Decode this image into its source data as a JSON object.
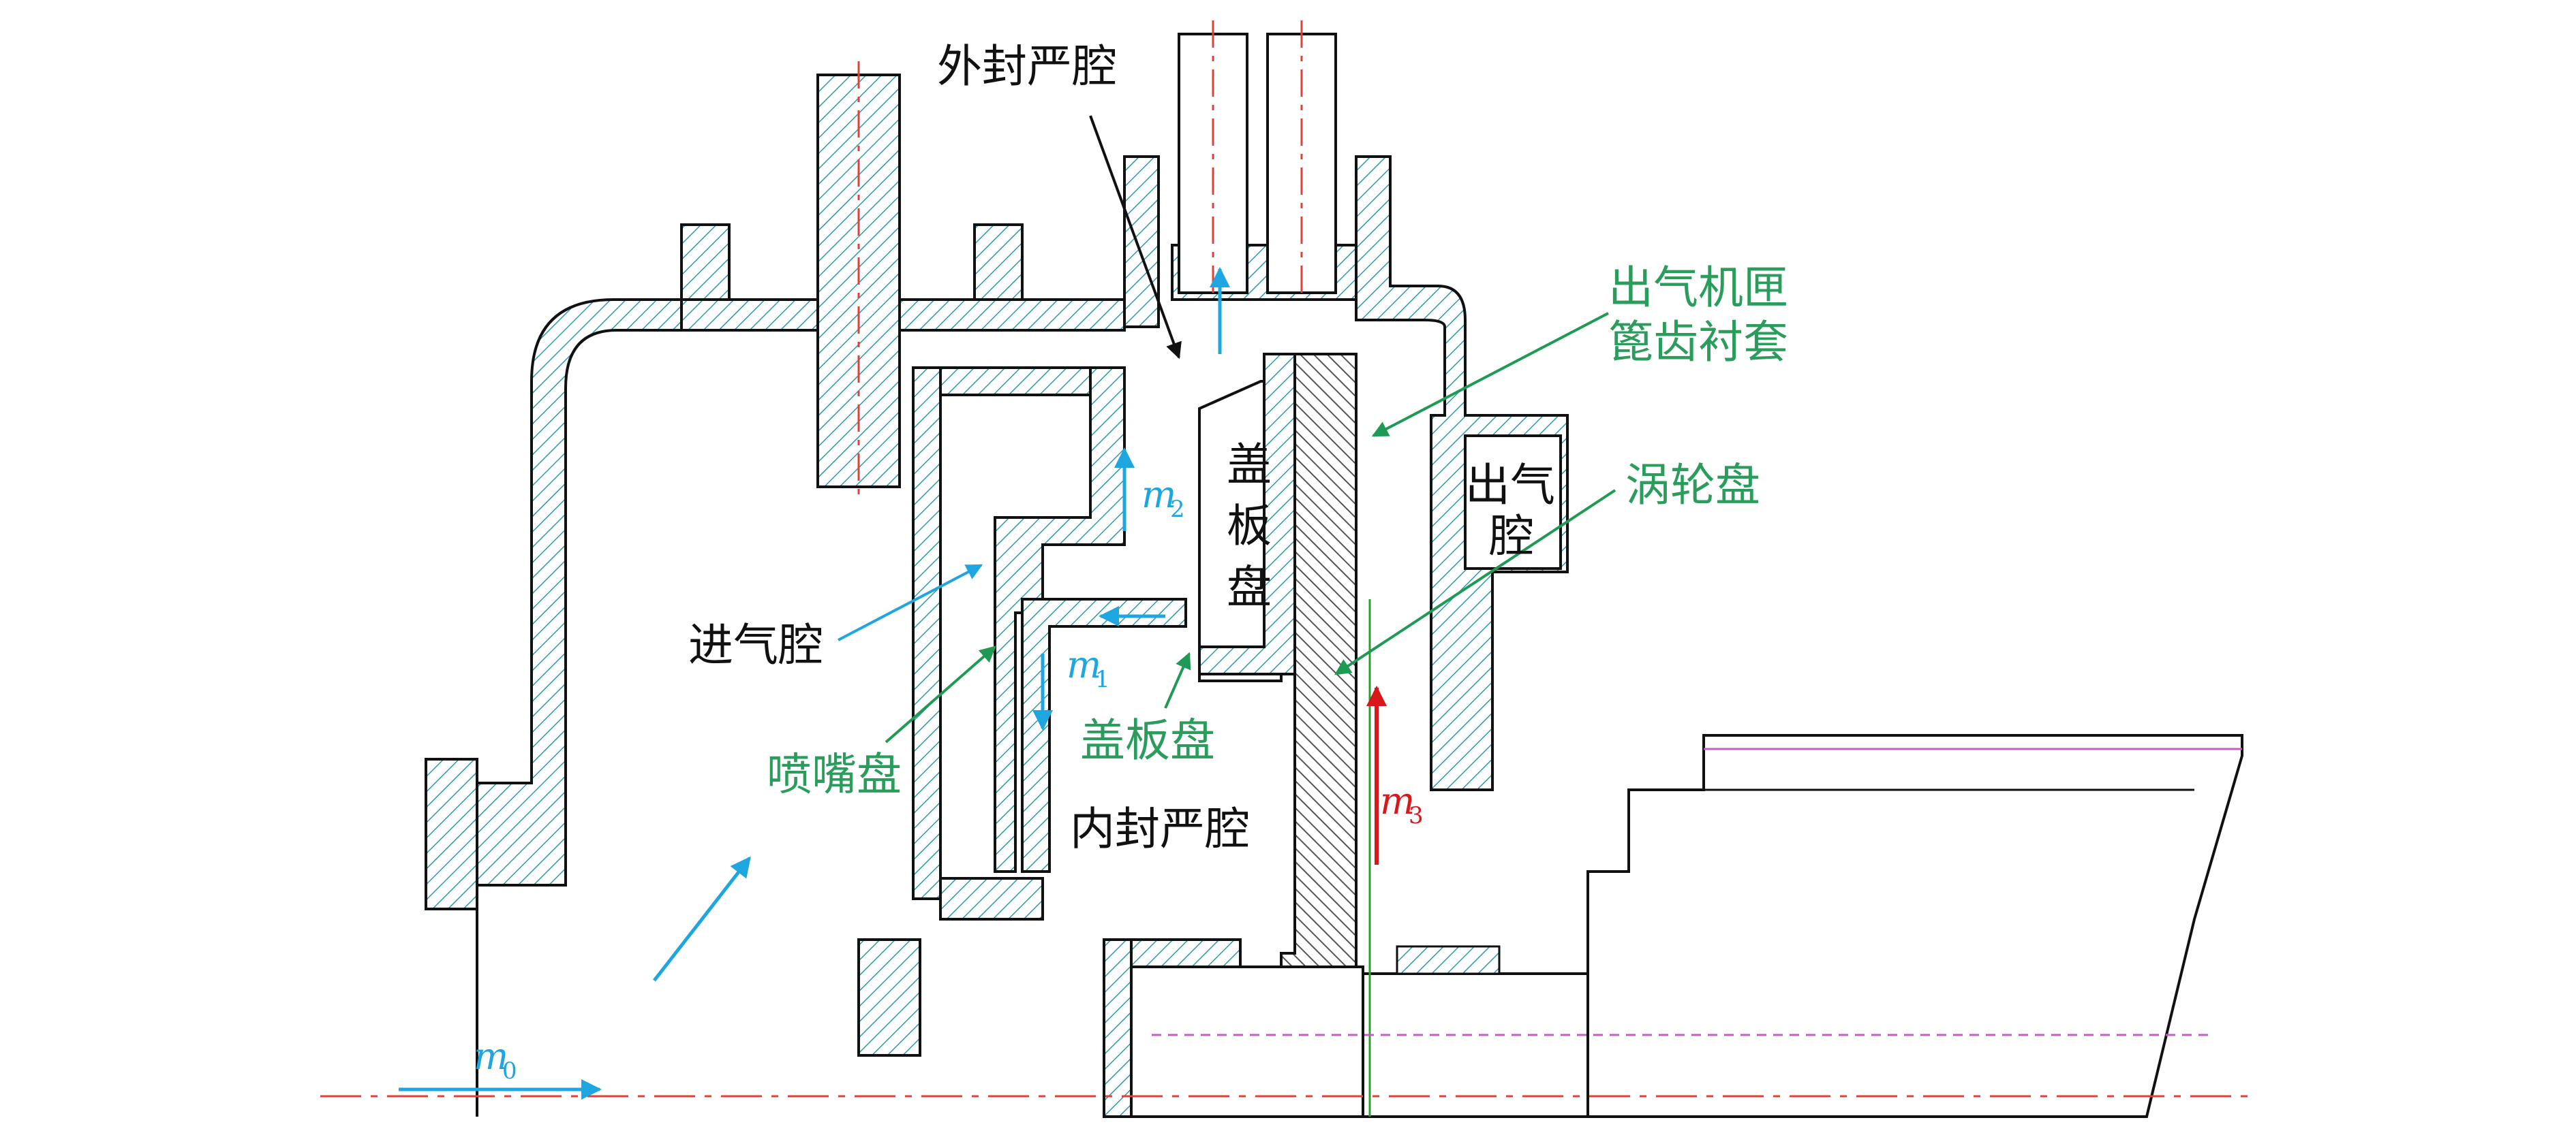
{
  "labels": {
    "outer_seal_cavity": "外封严腔",
    "outlet_casing_line1": "出气机匣",
    "outlet_casing_line2": "篦齿衬套",
    "outlet_cavity_line1": "出气",
    "outlet_cavity_line2": "腔",
    "turbine_disc": "涡轮盘",
    "cover_plate_col": [
      "盖",
      "板",
      "盘"
    ],
    "inlet_cavity": "进气腔",
    "nozzle_disc": "喷嘴盘",
    "cover_plate_disc": "盖板盘",
    "inner_seal_cavity": "内封严腔"
  },
  "flows": {
    "m0": {
      "symbol": "m",
      "sub": "0"
    },
    "m1": {
      "symbol": "m",
      "sub": "1"
    },
    "m2": {
      "symbol": "m",
      "sub": "2"
    },
    "m3": {
      "symbol": "m",
      "sub": "3"
    }
  },
  "colors": {
    "hatch": "#2e9aa6",
    "outline": "#111111",
    "centerline": "#e0403a",
    "flow_arrow": "#1ea6e0",
    "m3_arrow": "#d7191c",
    "green_text": "#2a9d5c",
    "dimension_dash": "#c060c0"
  }
}
